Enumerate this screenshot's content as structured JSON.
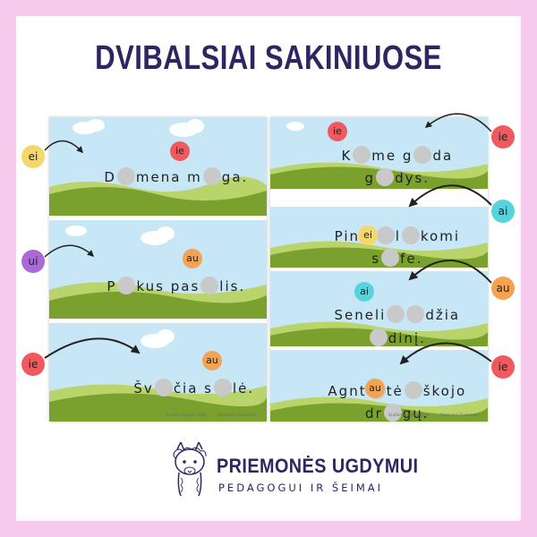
{
  "title": "DVIBALSIAI SAKINIUOSE",
  "brand": {
    "name": "PRIEMONĖS UGDYMUI",
    "tagline": "PEDAGOGUI IR ŠEIMAI"
  },
  "colors": {
    "ie": "#f0595d",
    "ai": "#57d3dd",
    "au": "#f5a352",
    "ei": "#f7d76a",
    "ui": "#a86ad6",
    "gap": "#c9c9c9"
  },
  "left_cards": [
    {
      "side_label": "ei",
      "sentence": [
        "D",
        "mena m",
        "ga."
      ],
      "chip": "ie"
    },
    {
      "side_label": "ui",
      "sentence": [
        "P",
        "kus pas",
        "lis."
      ],
      "chip": "au"
    },
    {
      "side_label": "ie",
      "sentence": [
        "Šv",
        "čia s",
        "lė."
      ],
      "chip": "au"
    }
  ],
  "right_cards": [
    {
      "side_label": "ie",
      "line1": [
        "K",
        "me g",
        "da"
      ],
      "line2": [
        "g",
        "dys."
      ],
      "chip": "ie"
    },
    {
      "side_label": "ai",
      "line1": [
        "Pinig",
        "l",
        "komi"
      ],
      "line2": [
        "s",
        "fe."
      ],
      "chip": "ei"
    },
    {
      "side_label": "au",
      "line1": [
        "Seneli",
        "",
        "džia"
      ],
      "line2": [
        "",
        "dinį."
      ],
      "chip": "ai"
    },
    {
      "side_label": "ie",
      "line1": [
        "Agnt",
        "tė",
        "škojo"
      ],
      "line2": [
        "dr",
        "gų."
      ],
      "chip": "au"
    }
  ],
  "credits": [
    "Grafinis dizainas: Agnė",
    "Priemonė: Čivinskaitė"
  ]
}
